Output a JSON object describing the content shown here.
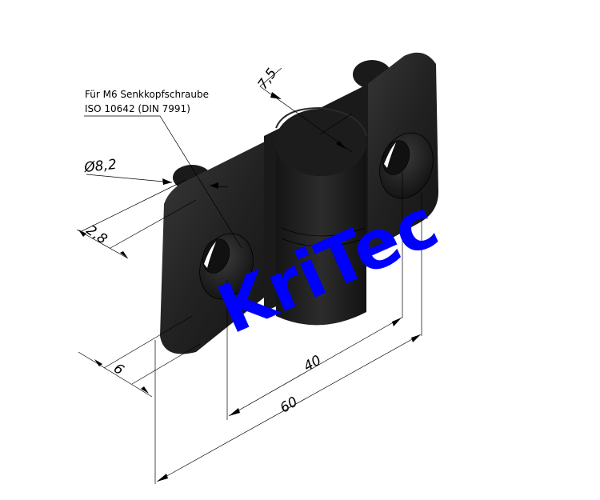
{
  "drawing": {
    "title": "Hinge isometric drawing",
    "part_color": "#1e1e1e",
    "line_color": "#000000",
    "background": "#ffffff"
  },
  "note": {
    "line1": "Für M6 Senkkopfschraube",
    "line2": "ISO 10642 (DIN 7991)"
  },
  "dimensions": {
    "diameter": "Ø8,2",
    "offset_7_5": "7,5",
    "thickness_2_8": "2,8",
    "thickness_6": "6",
    "hole_spacing": "40",
    "overall_length": "60"
  },
  "watermark": {
    "text": "KriTec",
    "color": "#0000ff"
  }
}
